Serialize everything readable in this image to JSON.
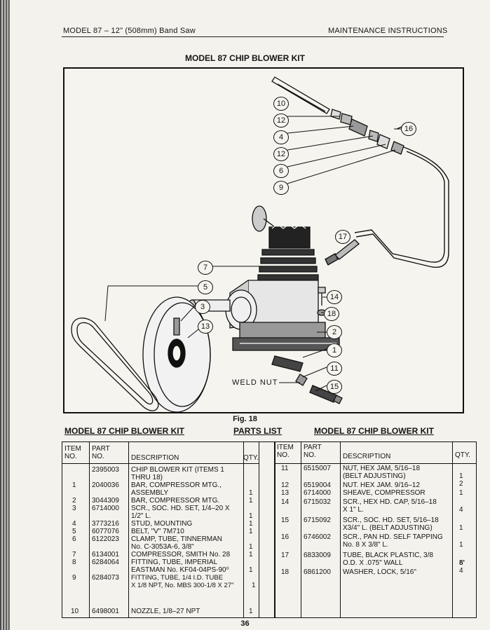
{
  "header": {
    "left": "MODEL 87 – 12\" (508mm) Band Saw",
    "right": "MAINTENANCE INSTRUCTIONS"
  },
  "figure": {
    "title": "MODEL 87 CHIP BLOWER KIT",
    "caption": "Fig. 18",
    "weld_label": "WELD NUT",
    "callouts": [
      "10",
      "12",
      "4",
      "12",
      "6",
      "9",
      "16",
      "17",
      "7",
      "5",
      "3",
      "13",
      "14",
      "18",
      "2",
      "1",
      "11",
      "15"
    ]
  },
  "parts_list": {
    "left_title": "MODEL 87 CHIP BLOWER KIT",
    "center_title": "PARTS LIST",
    "right_title": "MODEL 87 CHIP BLOWER KIT",
    "headers": {
      "item": "ITEM\nNO.",
      "part": "PART\nNO.",
      "description": "DESCRIPTION",
      "qty": "QTY."
    },
    "left_rows": [
      {
        "item": "",
        "part": "2395003",
        "description": "CHIP BLOWER KIT (ITEMS 1\nTHRU 18)",
        "qty": ""
      },
      {
        "item": "1",
        "part": "2040036",
        "description": "BAR, COMPRESSOR MTG.,\nASSEMBLY",
        "qty": "1"
      },
      {
        "item": "2",
        "part": "3044309",
        "description": "BAR, COMPRESSOR MTG.",
        "qty": "1"
      },
      {
        "item": "3",
        "part": "6714000",
        "description": "SCR., SOC. HD. SET, 1/4–20 X\n1/2\" L.",
        "qty": "1"
      },
      {
        "item": "4",
        "part": "3773216",
        "description": "STUD, MOUNTING",
        "qty": "1"
      },
      {
        "item": "5",
        "part": "6077076",
        "description": "BELT, \"V\" 7M710",
        "qty": "1"
      },
      {
        "item": "6",
        "part": "6122023",
        "description": "CLAMP, TUBE, TINNERMAN\nNo. C-3053A-6, 3/8\"",
        "qty": "1"
      },
      {
        "item": "7",
        "part": "6134001",
        "description": "COMPRESSOR, SMITH No. 28",
        "qty": "1"
      },
      {
        "item": "8",
        "part": "6284064",
        "description": "FITTING, TUBE, IMPERIAL\nEASTMAN No. KF04-04PS-90⁰",
        "qty": "1"
      },
      {
        "item": "9",
        "part": "6284073",
        "description": "FITTING, TUBE, 1/4 I.D. TUBE\nX 1/8 NPT, No. MBS 300-1/8 X 27\"",
        "qty": "1"
      },
      {
        "item": "10",
        "part": "6498001",
        "description": "NOZZLE, 1/8–27 NPT",
        "qty": "1"
      }
    ],
    "right_rows": [
      {
        "item": "11",
        "part": "6515007",
        "description": "NUT, HEX JAM, 5/16–18\n(BELT ADJUSTING)",
        "qty": "1"
      },
      {
        "item": "12",
        "part": "6519004",
        "description": "NUT. HEX JAM. 9/16–12",
        "qty": "2"
      },
      {
        "item": "13",
        "part": "6714000",
        "description": "SHEAVE, COMPRESSOR",
        "qty": "1"
      },
      {
        "item": "14",
        "part": "6715032",
        "description": "SCR., HEX HD. CAP, 5/16–18\nX 1\" L.",
        "qty": "4"
      },
      {
        "item": "15",
        "part": "6715092",
        "description": "SCR., SOC. HD. SET, 5/16–18\nX3/4\" L. (BELT ADJUSTING)",
        "qty": "1"
      },
      {
        "item": "16",
        "part": "6746002",
        "description": "SCR., PAN HD. SELF TAPPING\nNo. 8 X 3/8\" L.",
        "qty": "1"
      },
      {
        "item": "17",
        "part": "6833009",
        "description": "TUBE, BLACK PLASTIC, 3/8\nO.D. X .075\" WALL",
        "qty": "8'"
      },
      {
        "item": "18",
        "part": "6861200",
        "description": "WASHER, LOCK, 5/16\"",
        "qty": "4"
      }
    ]
  },
  "page_number": "36"
}
